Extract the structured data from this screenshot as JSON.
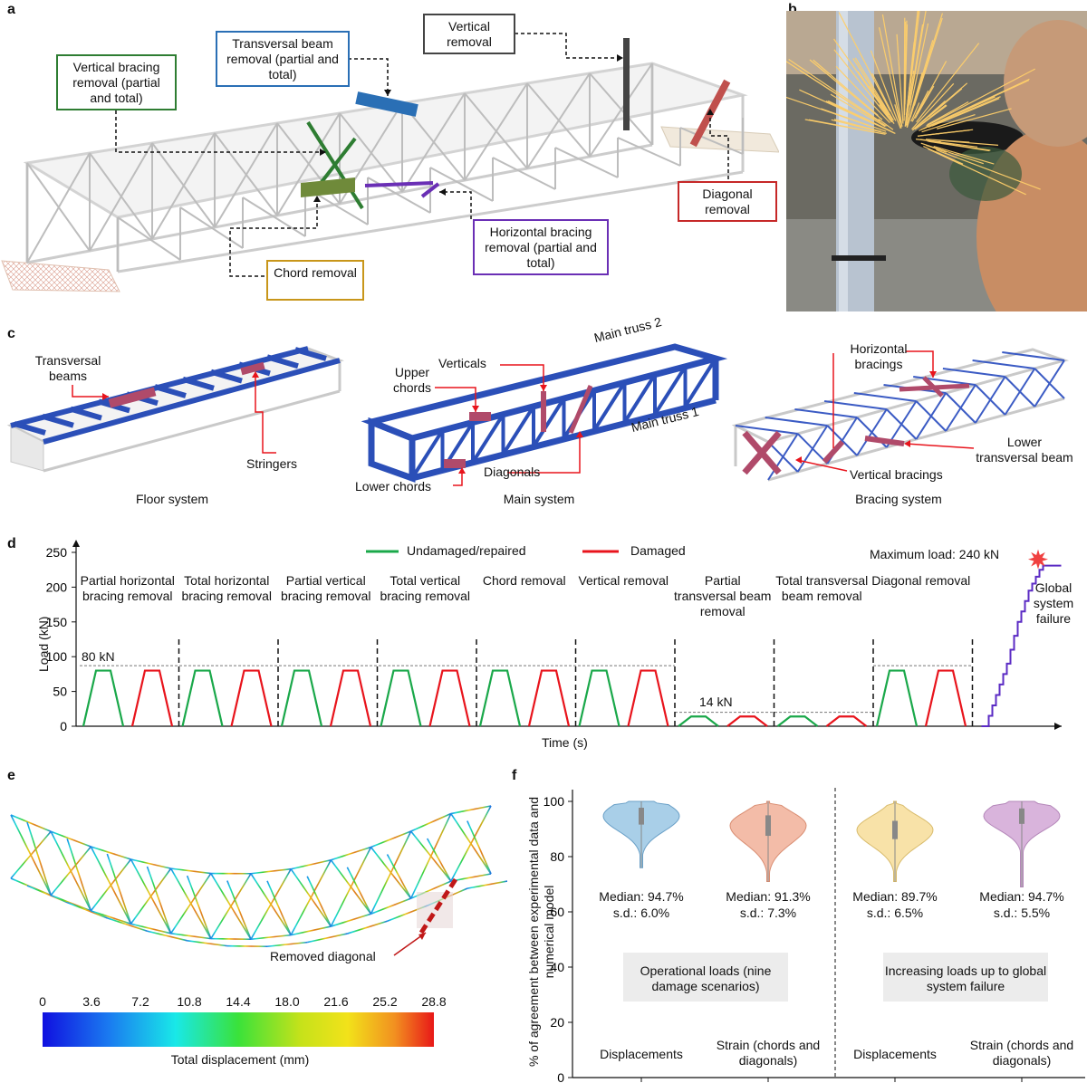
{
  "panels": {
    "a": "a",
    "b": "b",
    "c": "c",
    "d": "d",
    "e": "e",
    "f": "f"
  },
  "panel_a": {
    "vertical_removal": "Vertical removal",
    "transversal_beam_removal": "Transversal beam removal (partial and total)",
    "vertical_bracing_removal": "Vertical bracing removal (partial and total)",
    "diagonal_removal": "Diagonal removal",
    "horizontal_bracing_removal": "Horizontal bracing removal (partial and total)",
    "chord_removal": "Chord removal",
    "colors": {
      "vertical": "#444444",
      "transversal": "#2a6fb5",
      "vertical_bracing": "#2e7d32",
      "diagonal": "#c62828",
      "horizontal_bracing": "#6a2fb5",
      "chord": "#c8961a"
    }
  },
  "panel_c": {
    "floor": {
      "title": "Floor system",
      "transversal_beams": "Transversal beams",
      "stringers": "Stringers"
    },
    "main": {
      "title": "Main system",
      "main_truss_2": "Main truss 2",
      "main_truss_1": "Main truss 1",
      "upper_chords": "Upper chords",
      "verticals": "Verticals",
      "lower_chords": "Lower chords",
      "diagonals": "Diagonals"
    },
    "bracing": {
      "title": "Bracing system",
      "horizontal_bracings": "Horizontal bracings",
      "lower_transversal_beam": "Lower transversal beam",
      "vertical_bracings": "Vertical bracings"
    }
  },
  "panel_e": {
    "removed_diagonal": "Removed diagonal",
    "colorbar_label": "Total displacement (mm)",
    "colorbar_ticks": [
      "0",
      "3.6",
      "7.2",
      "10.8",
      "14.4",
      "18.0",
      "21.6",
      "25.2",
      "28.8"
    ]
  },
  "chart_data": [
    {
      "type": "line",
      "panel": "d",
      "ylabel": "Load (kN)",
      "xlabel": "Time (s)",
      "ylim": [
        0,
        250
      ],
      "yticks": [
        0,
        50,
        100,
        150,
        200,
        250
      ],
      "legend": [
        {
          "name": "Undamaged/repaired",
          "color": "#1aa84a"
        },
        {
          "name": "Damaged",
          "color": "#e8141c"
        }
      ],
      "reference_lines": [
        {
          "label": "80 kN",
          "value": 87,
          "segments": "1-7,10"
        },
        {
          "label": "14 kN",
          "value": 20,
          "segments": "8-9"
        }
      ],
      "annotations": {
        "max_load": "Maximum load: 240 kN",
        "failure": "Global system failure"
      },
      "scenarios": [
        {
          "label": "Partial horizontal bracing removal",
          "peak": 80
        },
        {
          "label": "Total horizontal bracing removal",
          "peak": 80
        },
        {
          "label": "Partial vertical bracing removal",
          "peak": 80
        },
        {
          "label": "Total vertical bracing removal",
          "peak": 80
        },
        {
          "label": "Chord removal",
          "peak": 80
        },
        {
          "label": "Vertical removal",
          "peak": 80
        },
        {
          "label": "Partial transversal beam removal",
          "peak": 14
        },
        {
          "label": "Total transversal beam removal",
          "peak": 14
        },
        {
          "label": "Diagonal removal",
          "peak": 80
        }
      ],
      "failure_curve_color": "#5b2bc4",
      "failure_curve": [
        0,
        15,
        30,
        45,
        60,
        75,
        90,
        110,
        130,
        150,
        165,
        180,
        195,
        205,
        215,
        225,
        231
      ]
    },
    {
      "type": "violin",
      "panel": "f",
      "ylabel": "% of agreement between experimental data and numerical model",
      "ylim": [
        0,
        100
      ],
      "yticks": [
        0,
        20,
        40,
        60,
        80,
        100
      ],
      "groups": [
        {
          "label": "Displacements",
          "median_text": "Median: 94.7%",
          "sd_text": "s.d.: 6.0%",
          "median": 94.7,
          "sd": 6.0,
          "color": "#a9cfe8",
          "stroke": "#6aa0c7",
          "min": 76,
          "max": 100
        },
        {
          "label": "Strain (chords and diagonals)",
          "median_text": "Median: 91.3%",
          "sd_text": "s.d.: 7.3%",
          "median": 91.3,
          "sd": 7.3,
          "color": "#f3bca8",
          "stroke": "#d98e73",
          "min": 71,
          "max": 100
        },
        {
          "label": "Displacements",
          "median_text": "Median: 89.7%",
          "sd_text": "s.d.: 6.5%",
          "median": 89.7,
          "sd": 6.5,
          "color": "#f8e2a8",
          "stroke": "#d8bb6c",
          "min": 71,
          "max": 100
        },
        {
          "label": "Strain (chords and diagonals)",
          "median_text": "Median: 94.7%",
          "sd_text": "s.d.: 5.5%",
          "median": 94.7,
          "sd": 5.5,
          "color": "#d9b4dc",
          "stroke": "#b487b9",
          "min": 69,
          "max": 100
        }
      ],
      "section_labels": [
        "Operational loads (nine damage scenarios)",
        "Increasing loads up to global system failure"
      ]
    }
  ]
}
